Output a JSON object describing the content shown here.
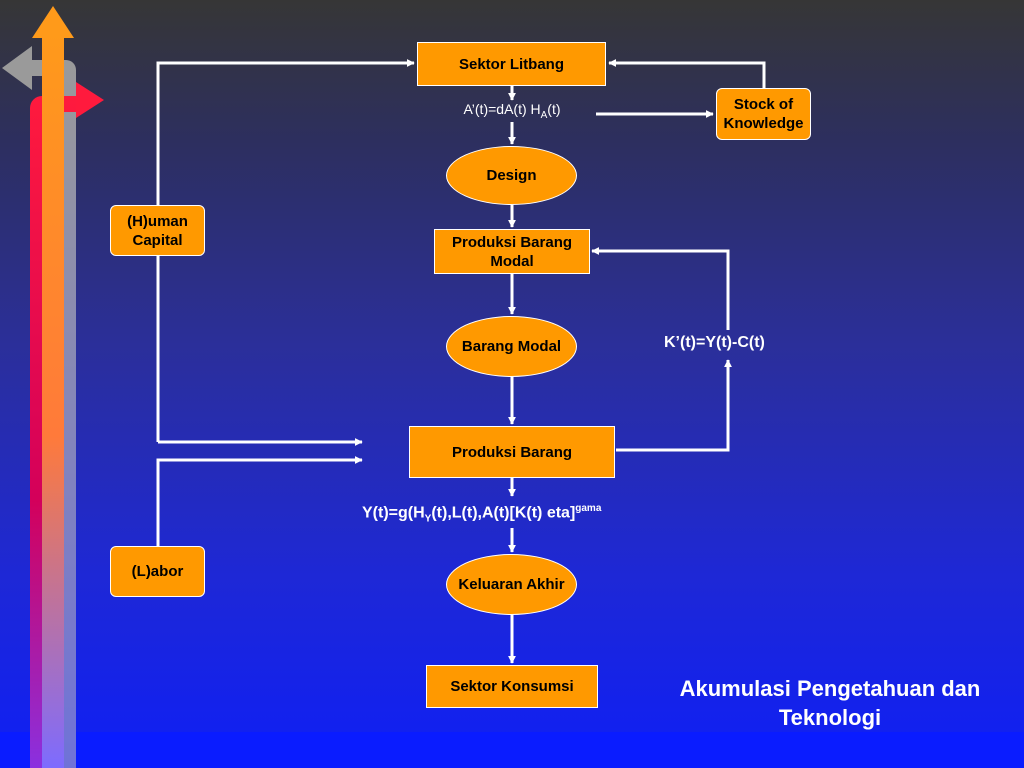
{
  "nodes": {
    "sektor_litbang": "Sektor Litbang",
    "stock_of_knowledge_line1": "Stock of",
    "stock_of_knowledge_line2": "Knowledge",
    "design": "Design",
    "human_capital_line1": "(H)uman",
    "human_capital_line2": "Capital",
    "produksi_barang_modal_line1": "Produksi Barang",
    "produksi_barang_modal_line2": "Modal",
    "barang_modal": "Barang Modal",
    "produksi_barang": "Produksi Barang",
    "labor": "(L)abor",
    "keluaran_akhir": "Keluaran Akhir",
    "sektor_konsumsi": "Sektor Konsumsi"
  },
  "formulas": {
    "knowledge": {
      "main": "A’(t)=dA(t) H",
      "sub": "A",
      "tail": "(t)"
    },
    "capital": "K’(t)=Y(t)-C(t)",
    "output": {
      "p1": "Y(t)=g(H",
      "sub": "Y",
      "p2": "(t),L(t),A(t)[K(t) eta]",
      "sup": "gama"
    }
  },
  "title": {
    "line1": "Akumulasi Pengetahuan dan",
    "line2": "Teknologi"
  },
  "colors": {
    "box_fill": "#ff9900",
    "line": "#ffffff",
    "text": "#000000"
  }
}
